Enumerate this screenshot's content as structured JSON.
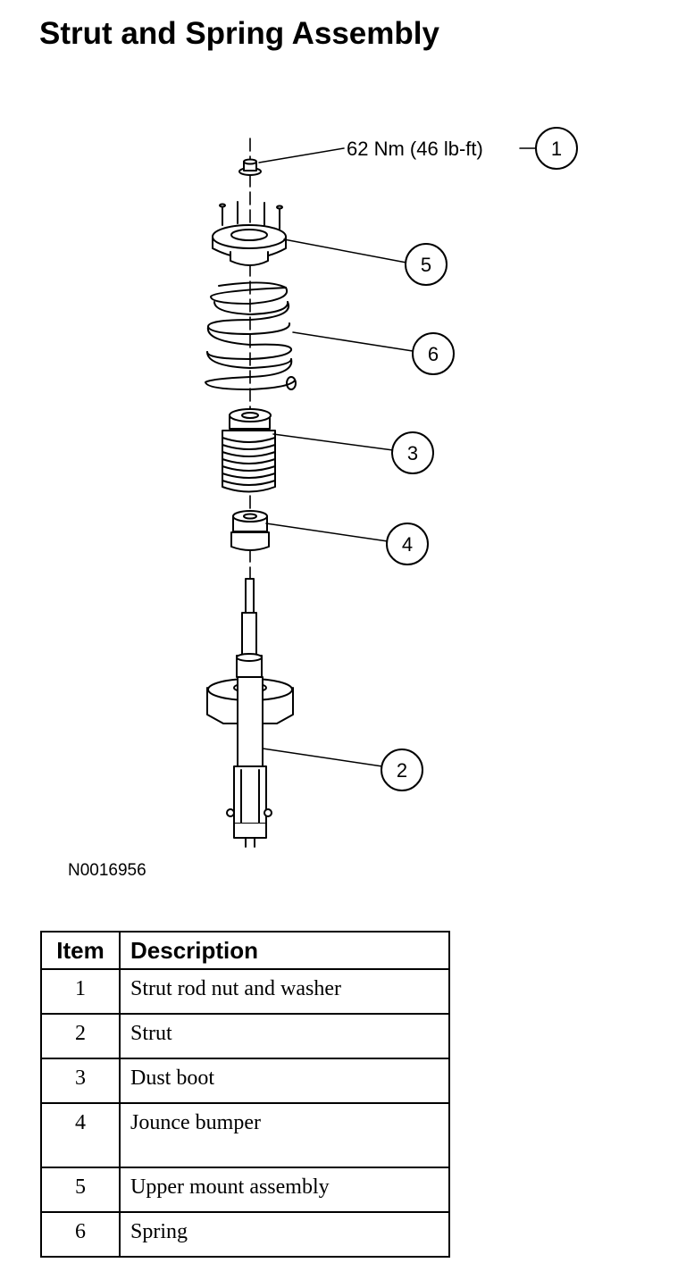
{
  "page": {
    "title": "Strut and Spring Assembly"
  },
  "diagram": {
    "torque_label": "62 Nm (46 lb-ft)",
    "callouts": [
      "1",
      "5",
      "6",
      "3",
      "4",
      "2"
    ],
    "figure_id": "N0016956"
  },
  "table": {
    "headers": {
      "item": "Item",
      "description": "Description"
    },
    "rows": [
      {
        "item": "1",
        "description": "Strut rod nut and washer"
      },
      {
        "item": "2",
        "description": "Strut"
      },
      {
        "item": "3",
        "description": "Dust boot"
      },
      {
        "item": "4",
        "description": "Jounce bumper"
      },
      {
        "item": "5",
        "description": "Upper mount assembly"
      },
      {
        "item": "6",
        "description": "Spring"
      }
    ]
  }
}
